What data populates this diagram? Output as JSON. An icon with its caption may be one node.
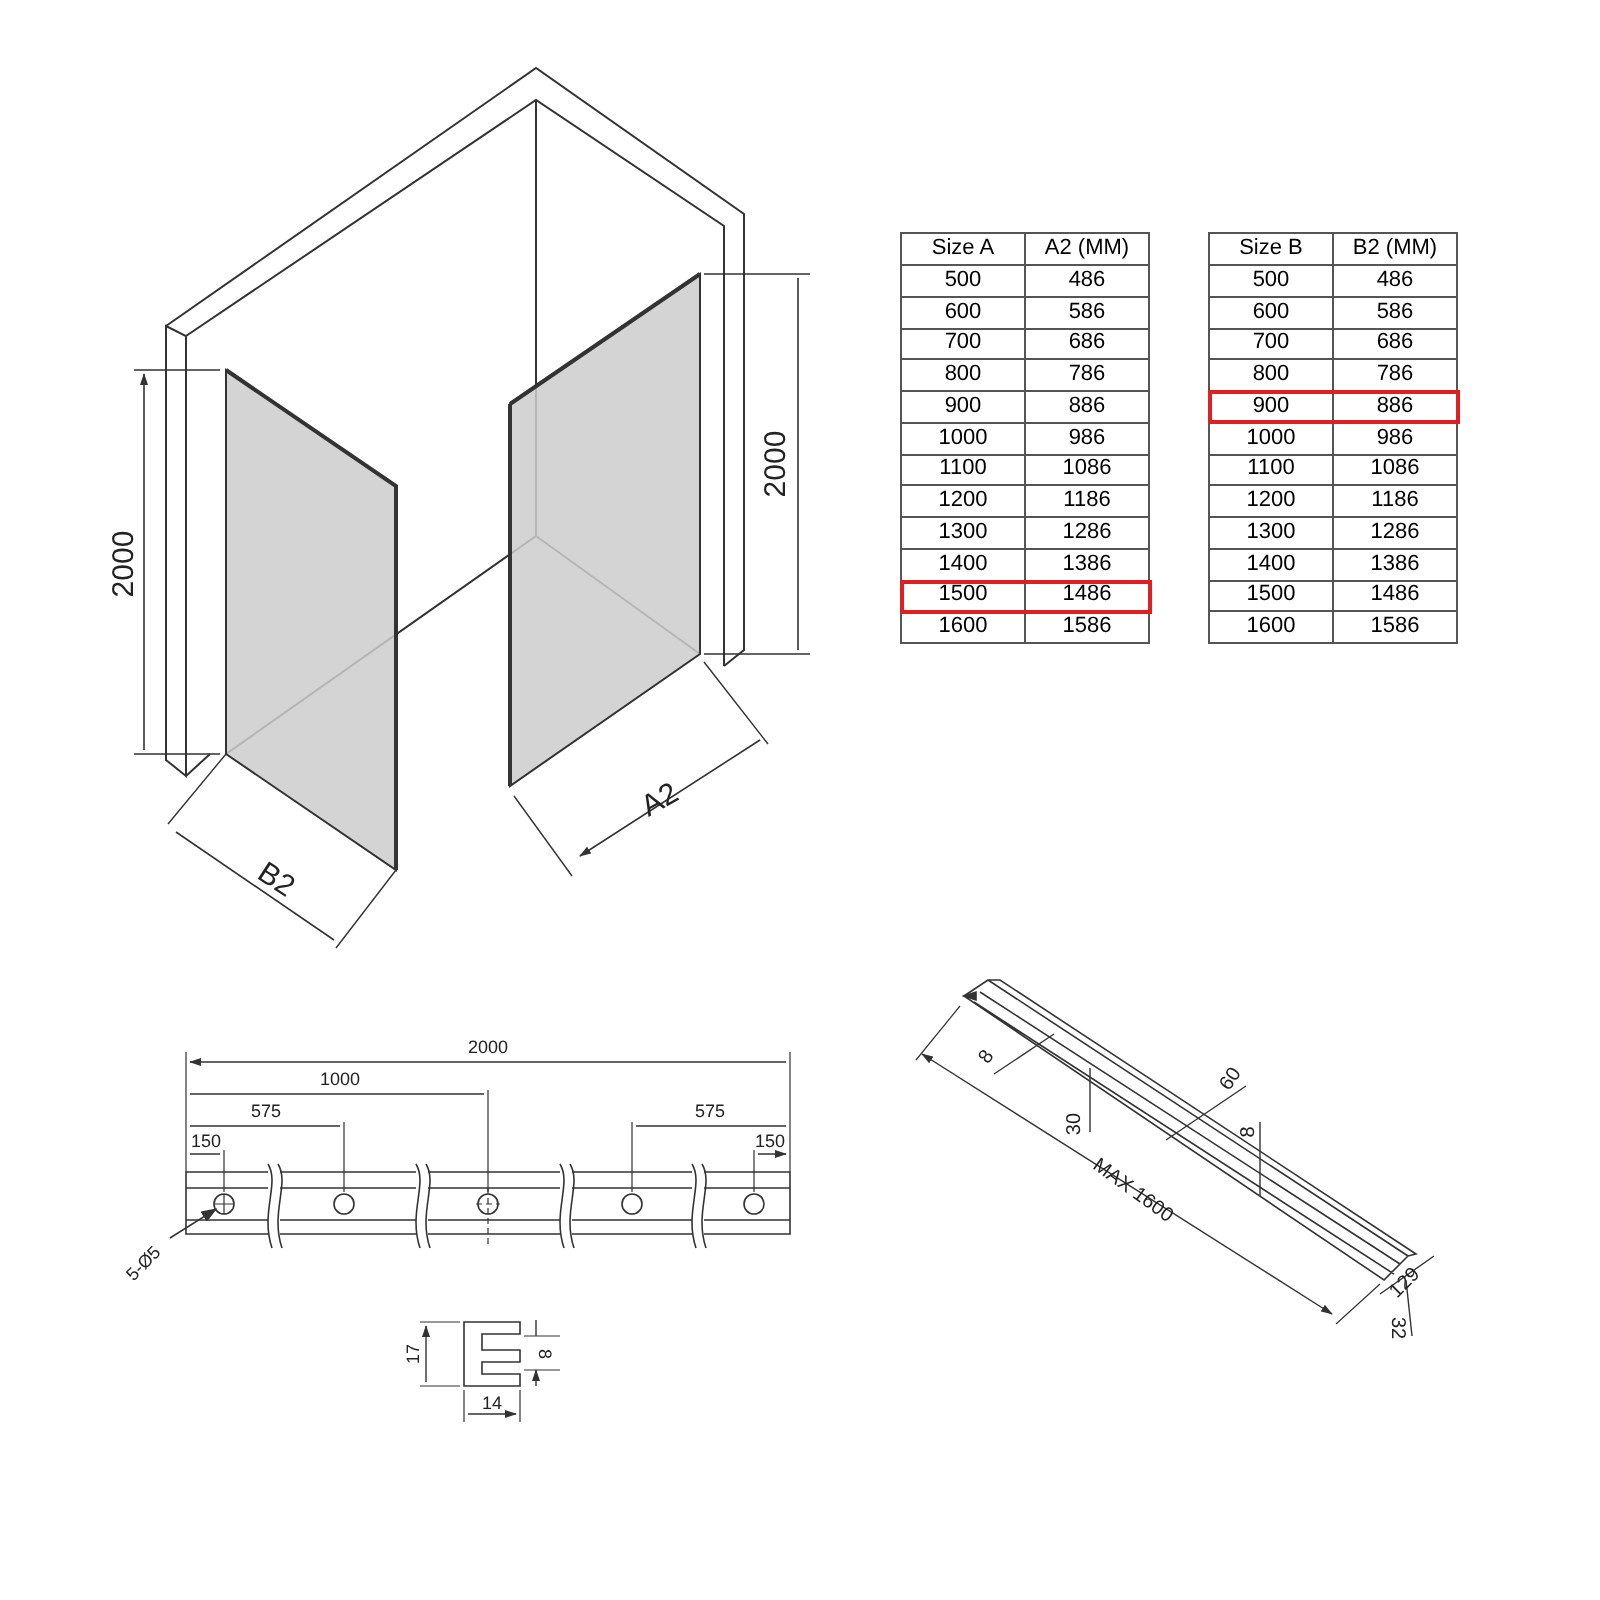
{
  "diagram": {
    "nodes": [
      {
        "text": [
          "5-Ø5"
        ]
      },
      {
        "text": [],
        "shape": "circle"
      }
    ],
    "edges": [
      {
        "from": 0,
        "to": 1,
        "arrow": "to"
      }
    ],
    "labels": [
      "2000",
      "2000",
      "B2",
      "A2",
      "Size A",
      "A2 (MM)",
      "500",
      "486",
      "600",
      "586",
      "700",
      "686",
      "800",
      "786",
      "900",
      "886",
      "1000",
      "986",
      "1100",
      "1086",
      "1200",
      "1186",
      "1300",
      "1286",
      "1400",
      "1386",
      "1500",
      "1486",
      "1600",
      "1586",
      "Size B",
      "B2 (MM)",
      "500",
      "486",
      "600",
      "586",
      "700",
      "686",
      "800",
      "786",
      "900",
      "886",
      "1000",
      "986",
      "1100",
      "1086",
      "1200",
      "1186",
      "1300",
      "1286",
      "1400",
      "1386",
      "1500",
      "1486",
      "1600",
      "1586",
      "2000",
      "1000",
      "575",
      "575",
      "150",
      "150",
      "17",
      "8",
      "14",
      "8",
      "30",
      "60",
      "8",
      "MAX 1600",
      "129",
      "32"
    ]
  }
}
